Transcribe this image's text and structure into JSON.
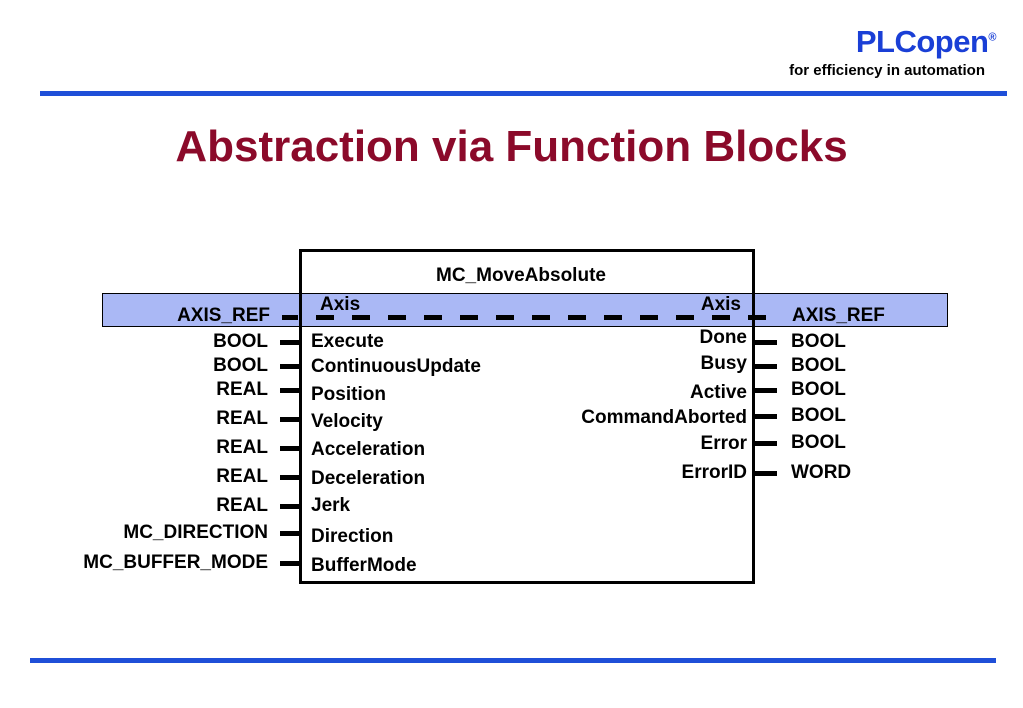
{
  "header": {
    "logo_name": "PLCopen",
    "logo_reg": "®",
    "tagline": "for efficiency in automation",
    "rule_color": "#1f4fd8",
    "logo_color": "#1a3fd6"
  },
  "slide": {
    "title": "Abstraction via Function Blocks",
    "title_color": "#8b0a2a"
  },
  "block": {
    "name": "MC_MoveAbsolute",
    "axis_band_color": "#aab8f5",
    "axis_in": {
      "type": "AXIS_REF",
      "name": "Axis"
    },
    "axis_out": {
      "type": "AXIS_REF",
      "name": "Axis"
    },
    "inputs": [
      {
        "type": "BOOL",
        "name": "Execute"
      },
      {
        "type": "BOOL",
        "name": "ContinuousUpdate"
      },
      {
        "type": "REAL",
        "name": "Position"
      },
      {
        "type": "REAL",
        "name": "Velocity"
      },
      {
        "type": "REAL",
        "name": "Acceleration"
      },
      {
        "type": "REAL",
        "name": "Deceleration"
      },
      {
        "type": "REAL",
        "name": "Jerk"
      },
      {
        "type": "MC_DIRECTION",
        "name": "Direction"
      },
      {
        "type": "MC_BUFFER_MODE",
        "name": "BufferMode"
      }
    ],
    "outputs": [
      {
        "type": "BOOL",
        "name": "Done"
      },
      {
        "type": "BOOL",
        "name": "Busy"
      },
      {
        "type": "BOOL",
        "name": "Active"
      },
      {
        "type": "BOOL",
        "name": "CommandAborted"
      },
      {
        "type": "BOOL",
        "name": "Error"
      },
      {
        "type": "WORD",
        "name": "ErrorID"
      }
    ]
  }
}
